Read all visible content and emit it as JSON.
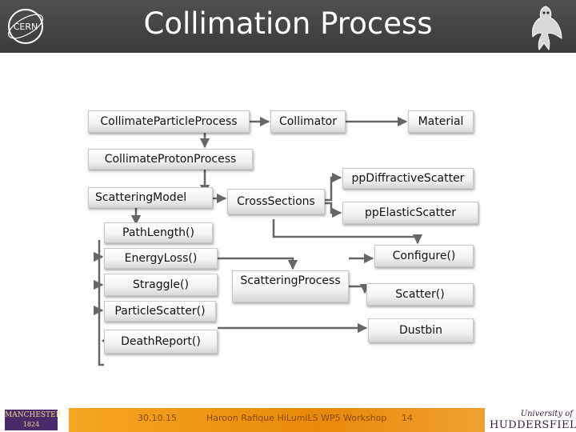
{
  "slide": {
    "title": "Collimation Process"
  },
  "nodes": {
    "collimate_particle_process": "CollimateParticleProcess",
    "collimator": "Collimator",
    "material": "Material",
    "collimate_proton_process": "CollimateProtonProcess",
    "pp_diffractive_scatter": "ppDiffractiveScatter",
    "scattering_model": "ScatteringModel",
    "cross_sections": "CrossSections",
    "pp_elastic_scatter": "ppElasticScatter",
    "path_length": "PathLength()",
    "energy_loss": "EnergyLoss()",
    "configure": "Configure()",
    "straggle": "Straggle()",
    "scattering_process": "ScatteringProcess",
    "scatter": "Scatter()",
    "particle_scatter": "ParticleScatter()",
    "dustbin": "Dustbin",
    "death_report": "DeathReport()"
  },
  "footer": {
    "date": "30.10.15",
    "author": "Haroon Rafique HiLumiLS WP5 Workshop",
    "page": "14"
  },
  "logos": {
    "manchester_line1": "MANCHESTER",
    "manchester_line2": "1824",
    "huddersfield_line1": "University of",
    "huddersfield_line2": "HUDDERSFIELD"
  },
  "colors": {
    "header": "#444444",
    "connector": "#666666",
    "footer_bar": "#f0a030"
  }
}
